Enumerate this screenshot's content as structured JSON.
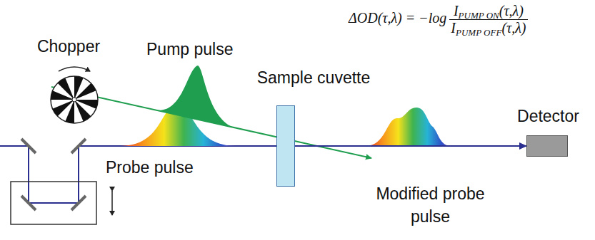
{
  "diagram": {
    "nodes": [
      {
        "text": [
          "Chopper"
        ]
      },
      {
        "text": [
          "Sample cuvette"
        ]
      },
      {
        "text": [
          "Detector"
        ]
      }
    ],
    "edges": [
      {
        "from": 1,
        "to": 2,
        "arrow": "to"
      }
    ],
    "labels": [
      "ΔOD(τ,λ) = −log",
      "I",
      "PUMP ON",
      "(τ,λ)",
      "I",
      "PUMP OFF",
      "(τ,λ)",
      "Pump pulse",
      "Probe pulse",
      "Modified probe pulse"
    ]
  }
}
